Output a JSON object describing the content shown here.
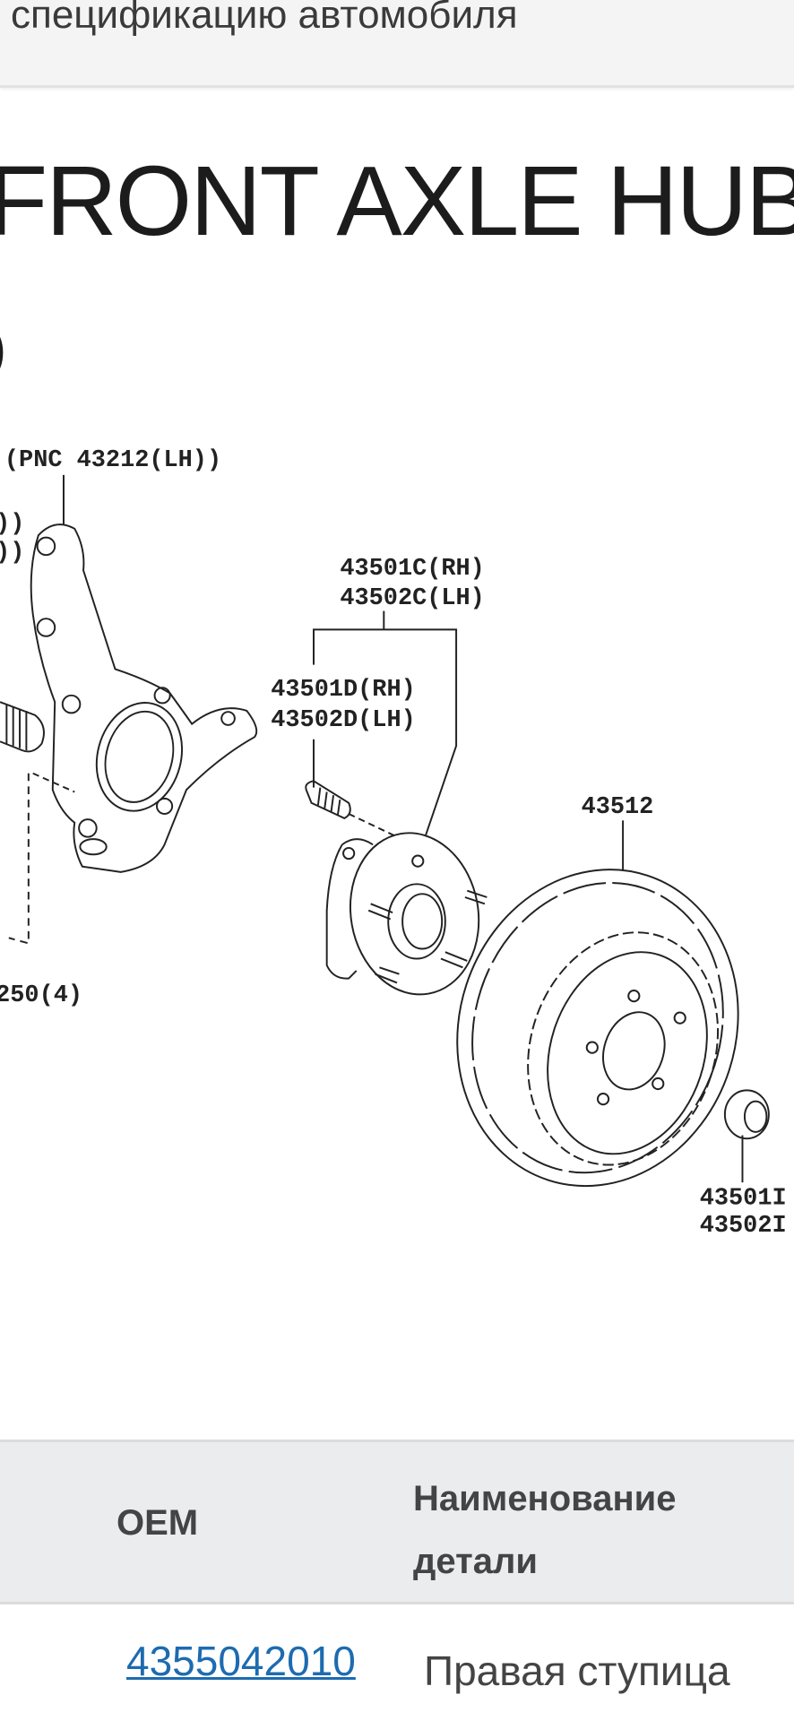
{
  "header": {
    "text": "спецификацию автомобиля"
  },
  "page": {
    "title": "FRONT AXLE HUB",
    "subtitle_fragment": ")"
  },
  "diagram": {
    "labels": {
      "knuckle_pnc": "(PNC 43212(LH))",
      "knuckle_frag_1": "))",
      "knuckle_frag_2": "))",
      "hub_rh": "43501C(RH)",
      "hub_lh": "43502C(LH)",
      "bolt_rh": "43501D(RH)",
      "bolt_lh": "43502D(LH)",
      "disc": "43512",
      "nut_rh": "43501I",
      "nut_lh": "43502I",
      "bolt_count": "250(4)"
    }
  },
  "table": {
    "headers": {
      "oem": "OEM",
      "name": "Наименование детали"
    },
    "rows": [
      {
        "oem": "4355042010",
        "name": "Правая ступица"
      }
    ]
  },
  "colors": {
    "link": "#1d6bb0",
    "header_bg": "#ebecee",
    "topbar_bg": "#f4f4f4"
  }
}
